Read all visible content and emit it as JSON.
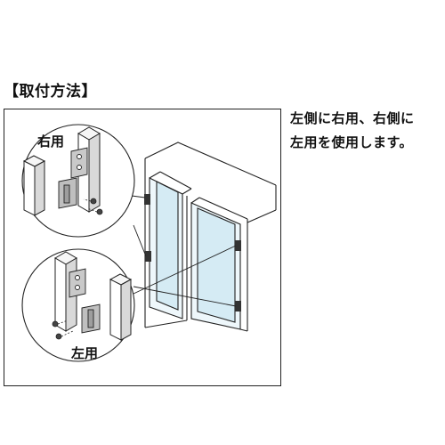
{
  "heading": "【取付方法】",
  "description": {
    "line1": "左側に右用、右側に",
    "line2": "左用を使用します。"
  },
  "labels": {
    "right_use": "右用",
    "left_use": "左用"
  }
}
